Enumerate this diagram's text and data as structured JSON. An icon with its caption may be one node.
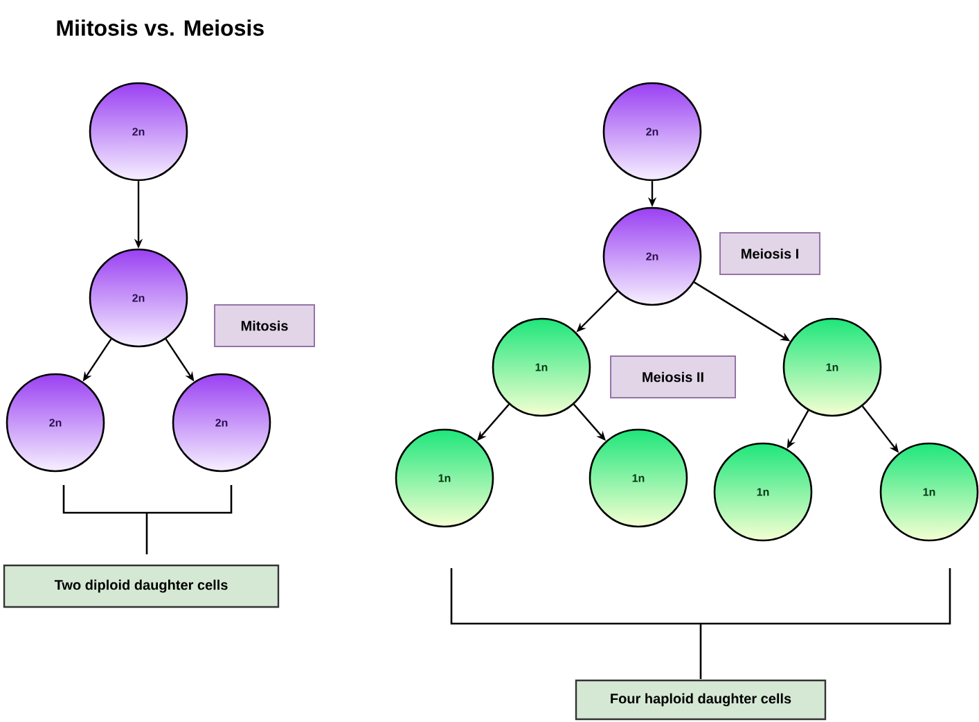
{
  "diagram": {
    "title": "Miitosis vs. Meiosis",
    "nodes": [
      {
        "text": [
          "2n"
        ]
      },
      {
        "text": [
          "2n"
        ]
      },
      {
        "text": [
          "2n"
        ]
      },
      {
        "text": [
          "2n"
        ]
      },
      {
        "text": [
          "Mitosis"
        ]
      },
      {
        "text": [
          "Two diploid daughter cells"
        ]
      },
      {
        "text": [
          "2n"
        ]
      },
      {
        "text": [
          "2n"
        ]
      },
      {
        "text": [
          "Meiosis I"
        ]
      },
      {
        "text": [
          "1n"
        ]
      },
      {
        "text": [
          "1n"
        ]
      },
      {
        "text": [
          "Meiosis II"
        ]
      },
      {
        "text": [
          "1n"
        ]
      },
      {
        "text": [
          "1n"
        ]
      },
      {
        "text": [
          "1n"
        ]
      },
      {
        "text": [
          "1n"
        ]
      },
      {
        "text": [
          "Four haploid daughter cells"
        ]
      }
    ],
    "edges": [
      {
        "from": 0,
        "to": 1,
        "arrow": "to"
      },
      {
        "from": 1,
        "to": 2,
        "arrow": "to"
      },
      {
        "from": 1,
        "to": 3,
        "arrow": "to"
      },
      {
        "from": 6,
        "to": 7,
        "arrow": "to"
      },
      {
        "from": 7,
        "to": 9,
        "arrow": "to"
      },
      {
        "from": 7,
        "to": 10,
        "arrow": "to"
      },
      {
        "from": 9,
        "to": 12,
        "arrow": "to"
      },
      {
        "from": 9,
        "to": 13,
        "arrow": "to"
      },
      {
        "from": 10,
        "to": 14,
        "arrow": "to"
      },
      {
        "from": 10,
        "to": 15,
        "arrow": "to"
      }
    ]
  }
}
